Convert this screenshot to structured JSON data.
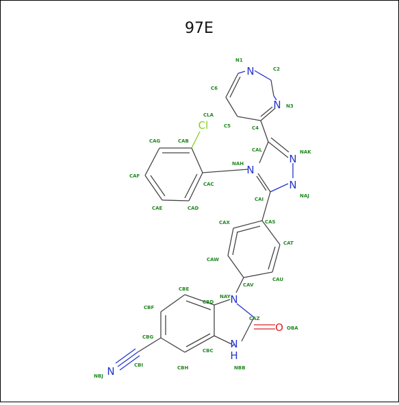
{
  "title": "97E",
  "colors": {
    "background": "#ffffff",
    "border": "#000000",
    "bond": "#444444",
    "label": "#228822",
    "nitrogen": "#2233cc",
    "oxygen": "#dd2222",
    "chlorine": "#88cc22"
  },
  "elements": {
    "N_NAH": "N",
    "N_NAK": "N",
    "N_NAJ": "N",
    "N_N1": "N",
    "N_N3": "N",
    "N_NAY": "N",
    "N_NBB": "N",
    "H_NBB": "H",
    "N_NBJ": "N",
    "Cl_CLA": "Cl",
    "O_OBA": "O"
  },
  "atom_labels": {
    "N1": "N1",
    "C2": "C2",
    "N3": "N3",
    "C4": "C4",
    "C5": "C5",
    "C6": "C6",
    "CLA": "CLA",
    "CAB": "CAB",
    "CAG": "CAG",
    "CAF": "CAF",
    "CAE": "CAE",
    "CAD": "CAD",
    "CAC": "CAC",
    "CAL": "CAL",
    "NAK": "NAK",
    "NAH": "NAH",
    "NAJ": "NAJ",
    "CAI": "CAI",
    "CAX": "CAX",
    "CAS": "CAS",
    "CAT": "CAT",
    "CAW": "CAW",
    "CAU": "CAU",
    "CAV": "CAV",
    "NAY": "NAY",
    "CBE": "CBE",
    "CBD": "CBD",
    "CBF": "CBF",
    "CAZ": "CAZ",
    "OBA": "OBA",
    "CBG": "CBG",
    "CBC": "CBC",
    "CBH": "CBH",
    "NBB": "NBB",
    "CBI": "CBI",
    "NBJ": "NBJ"
  }
}
